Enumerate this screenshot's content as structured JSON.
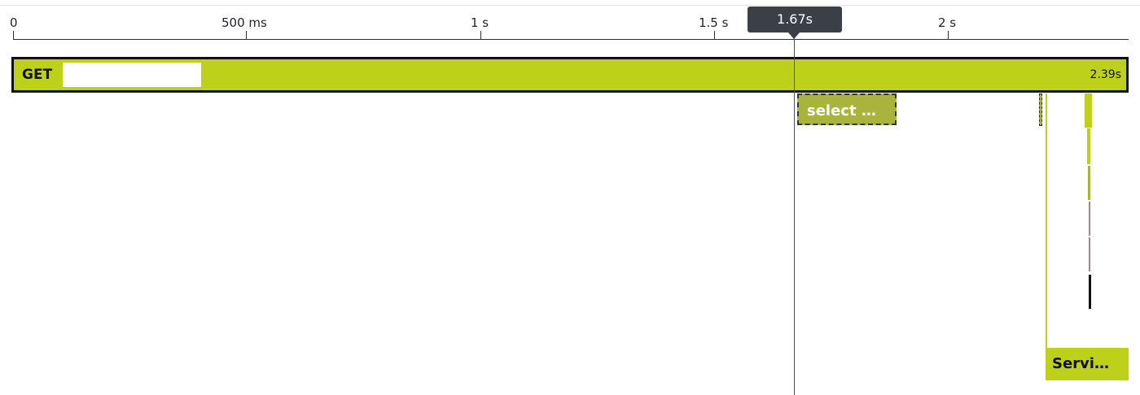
{
  "axis": {
    "ticks": [
      "0",
      "500 ms",
      "1 s",
      "1.5 s",
      "2 s"
    ]
  },
  "cursor": {
    "label": "1.67s"
  },
  "root_span": {
    "method": "GET",
    "duration": "2.39s"
  },
  "spans": {
    "select_label": "select …",
    "services_label": "Servi…"
  },
  "colors": {
    "accent_green": "#bdd11a",
    "olive": "#a9b43c",
    "lavender": "#8c89b4",
    "cursor": "#3b3f46"
  }
}
